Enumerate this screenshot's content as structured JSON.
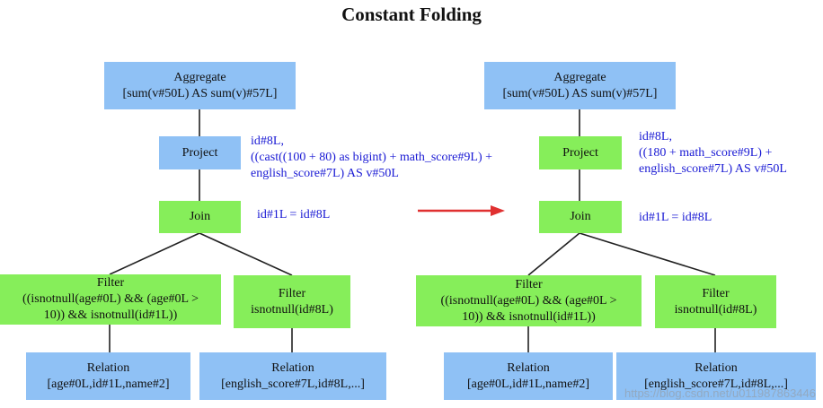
{
  "title": "Constant Folding",
  "left": {
    "aggregate": {
      "type": "Aggregate",
      "detail": "[sum(v#50L) AS sum(v)#57L]"
    },
    "project": {
      "type": "Project"
    },
    "project_note": "id#8L,\n((cast((100 + 80) as bigint) + math_score#9L) +\nenglish_score#7L) AS v#50L",
    "join": {
      "type": "Join"
    },
    "join_note": "id#1L = id#8L",
    "filter_left": {
      "type": "Filter",
      "line1": "((isnotnull(age#0L) && (age#0L >",
      "line2": "10)) && isnotnull(id#1L))"
    },
    "filter_right": {
      "type": "Filter",
      "detail": "isnotnull(id#8L)"
    },
    "relation_left": {
      "type": "Relation",
      "detail": "[age#0L,id#1L,name#2]"
    },
    "relation_right": {
      "type": "Relation",
      "detail": "[english_score#7L,id#8L,...]"
    }
  },
  "right": {
    "aggregate": {
      "type": "Aggregate",
      "detail": "[sum(v#50L) AS sum(v)#57L]"
    },
    "project": {
      "type": "Project"
    },
    "project_note": "id#8L,\n((180 + math_score#9L) +\nenglish_score#7L) AS v#50L",
    "join": {
      "type": "Join"
    },
    "join_note": "id#1L = id#8L",
    "filter_left": {
      "type": "Filter",
      "line1": "((isnotnull(age#0L) && (age#0L >",
      "line2": "10)) && isnotnull(id#1L))"
    },
    "filter_right": {
      "type": "Filter",
      "detail": "isnotnull(id#8L)"
    },
    "relation_left": {
      "type": "Relation",
      "detail": "[age#0L,id#1L,name#2]"
    },
    "relation_right": {
      "type": "Relation",
      "detail": "[english_score#7L,id#8L,...]"
    }
  },
  "watermark": "https://blog.csdn.net/u011987863446",
  "colors": {
    "blue_node": "#8fc1f5",
    "green_node": "#86ee5a",
    "note_text": "#1a1ad4",
    "arrow": "#e03030"
  }
}
